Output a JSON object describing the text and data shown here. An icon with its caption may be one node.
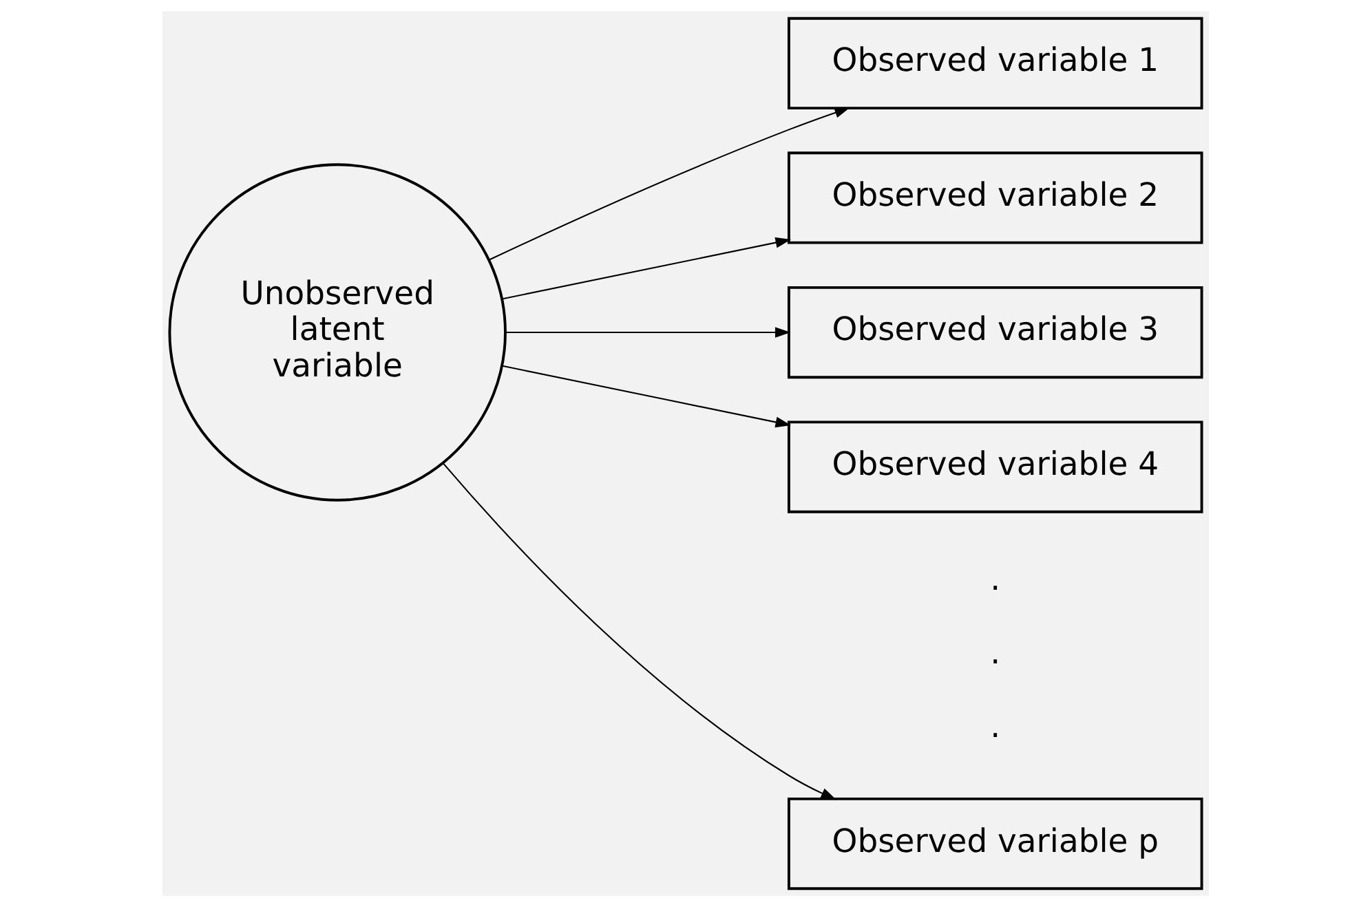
{
  "diagram": {
    "nodes": [
      {
        "text": [
          "Unobserved latent variable"
        ]
      },
      {
        "text": [
          "Observed variable 1"
        ]
      },
      {
        "text": [
          "Observed variable 2"
        ]
      },
      {
        "text": [
          "Observed variable 3"
        ]
      },
      {
        "text": [
          "Observed variable 4"
        ]
      },
      {
        "text": [
          "Observed variable p"
        ]
      }
    ],
    "edges": [
      {
        "from": 0,
        "to": 1,
        "arrow": "to"
      },
      {
        "from": 0,
        "to": 2,
        "arrow": "to"
      },
      {
        "from": 0,
        "to": 3,
        "arrow": "to"
      },
      {
        "from": 0,
        "to": 4,
        "arrow": "to"
      },
      {
        "from": 0,
        "to": 5,
        "arrow": "to"
      }
    ],
    "labels": [
      ".",
      ".",
      "."
    ]
  }
}
